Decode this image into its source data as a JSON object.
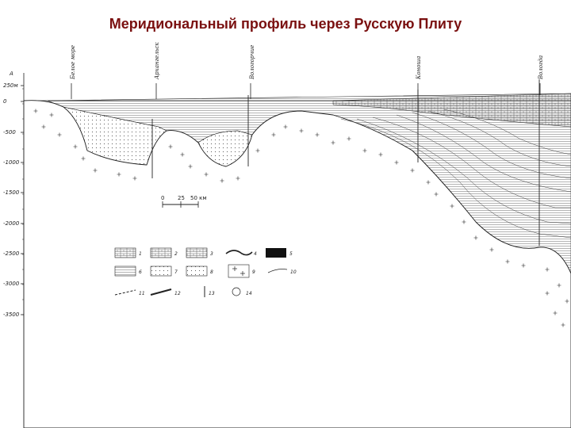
{
  "title": "Меридиональный профиль через Русскую Плиту",
  "axis": {
    "corner_label": "А",
    "ticks": [
      "250м",
      "0",
      "-500",
      "-1000",
      "-1500",
      "-2000",
      "-2500",
      "-3000",
      "-3500"
    ]
  },
  "places": [
    "Белое море",
    "Архангельск",
    "Вологорчие",
    "Коноша",
    "Вологда"
  ],
  "scale_bar": {
    "start": "0",
    "mid": "25",
    "end": "50 км"
  },
  "legend": [
    {
      "num": "1"
    },
    {
      "num": "2"
    },
    {
      "num": "3"
    },
    {
      "num": "4"
    },
    {
      "num": "5"
    },
    {
      "num": "6"
    },
    {
      "num": "7"
    },
    {
      "num": "8"
    },
    {
      "num": "9"
    },
    {
      "num": "10"
    },
    {
      "num": "11"
    },
    {
      "num": "12"
    },
    {
      "num": "13"
    },
    {
      "num": "14"
    }
  ],
  "colors": {
    "title": "#7a1010",
    "ink": "#222222"
  }
}
